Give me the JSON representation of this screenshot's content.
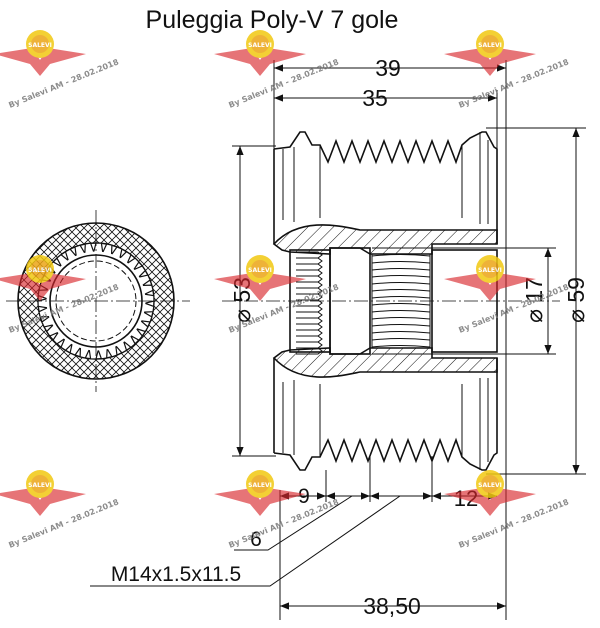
{
  "title": "Puleggia Poly-V 7 gole",
  "dimensions": {
    "overall_width": "39",
    "inner_width": "35",
    "outer_diameter": "⌀ 59",
    "body_diameter": "⌀ 53",
    "bore_diameter": "⌀ 17",
    "left_depth": "9",
    "right_depth": "12",
    "chamfer": "6",
    "thread": "M14x1.5x11.5",
    "total_length": "38,50"
  },
  "watermark": {
    "text": "By Salevi AM - 28.02.2018",
    "logo_text": "SALEVI"
  },
  "colors": {
    "line": "#111111",
    "watermark_red": "#d8262b",
    "watermark_yellow": "#f2c811",
    "watermark_text": "#777777"
  }
}
